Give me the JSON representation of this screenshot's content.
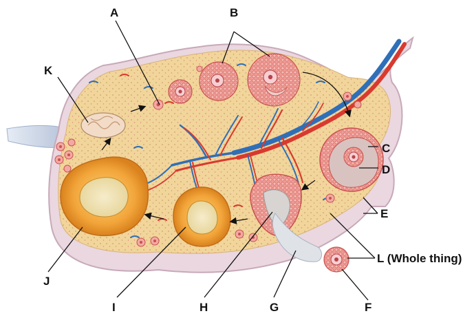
{
  "labels": {
    "a": "A",
    "b": "B",
    "c": "C",
    "d": "D",
    "e": "E",
    "f": "F",
    "g": "G",
    "h": "H",
    "i": "I",
    "j": "J",
    "k": "K",
    "l": "L (Whole thing)"
  },
  "colors": {
    "stroma": "#f1d59a",
    "capsule": "#ecd9e2",
    "follicle": "#e98a8a",
    "follicle_dark": "#cf5a5a",
    "antrum": "#d9c3c0",
    "corpus_luteum": "#f2a53a",
    "artery": "#d83a2f",
    "vein": "#2f6fb8",
    "ligament": "#c9d4e6"
  }
}
